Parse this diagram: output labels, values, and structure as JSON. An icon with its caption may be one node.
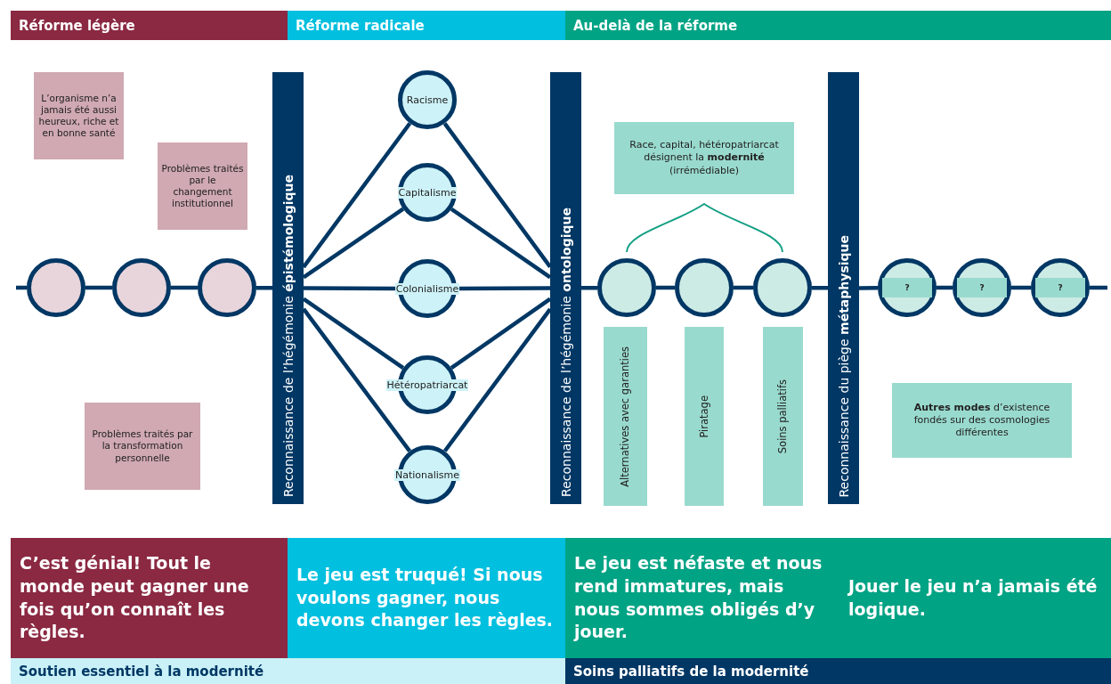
{
  "diagram": {
    "nodes": [
      {
        "text": [
          "Réforme légère"
        ]
      },
      {
        "text": [
          "Réforme radicale"
        ]
      },
      {
        "text": [
          "Au-delà de la réforme"
        ]
      },
      {
        "text": [
          "L’organisme n’a jamais été aussi heureux, riche et en bonne santé"
        ]
      },
      {
        "text": [
          "Problèmes traités par le changement institutionnel"
        ]
      },
      {
        "text": [
          "Problèmes traités par la transformation personnelle"
        ]
      },
      {
        "text": [],
        "shape": "circle"
      },
      {
        "text": [],
        "shape": "circle"
      },
      {
        "text": [],
        "shape": "circle"
      },
      {
        "text": [
          "Reconnaissance de l’hégémonie **épistémologique**"
        ]
      },
      {
        "text": [
          "Racisme"
        ]
      },
      {
        "text": [
          "Capitalisme"
        ]
      },
      {
        "text": [
          "Colonialisme"
        ]
      },
      {
        "text": [
          "Hétéropatriarcat"
        ]
      },
      {
        "text": [
          "Nationalisme"
        ]
      },
      {
        "text": [
          "Reconnaissance de l’hégémonie **ontologique**"
        ]
      },
      {
        "text": [
          "Race, capital, hétéropatriarcat désignent la **modernité** (irrémédiable)"
        ]
      },
      {
        "text": [],
        "shape": "circle"
      },
      {
        "text": [],
        "shape": "circle"
      },
      {
        "text": [],
        "shape": "circle"
      },
      {
        "text": [
          "Alternatives avec garanties"
        ]
      },
      {
        "text": [
          "Piratage"
        ]
      },
      {
        "text": [
          "Soins palliatifs"
        ]
      },
      {
        "text": [
          "Reconnaissance du piège **métaphysique**"
        ]
      },
      {
        "text": [
          "?"
        ]
      },
      {
        "text": [
          "?"
        ]
      },
      {
        "text": [
          "?"
        ]
      },
      {
        "text": [
          "**Autres modes** d’existence fondés sur des cosmologies différentes"
        ]
      },
      {
        "text": [
          "C’est génial! Tout le monde peut gagner une fois qu’on connaît les règles."
        ]
      },
      {
        "text": [
          "Le jeu est truqué! Si nous voulons gagner, nous devons changer les règles."
        ]
      },
      {
        "text": [
          "Le jeu est néfaste et nous rend immatures, mais nous sommes obligés d’y jouer."
        ]
      },
      {
        "text": [
          "Jouer le jeu n’a jamais été logique."
        ]
      },
      {
        "text": [
          "Soutien essentiel à la modernité"
        ]
      },
      {
        "text": [
          "Soins palliatifs de la modernité"
        ]
      }
    ],
    "edges": [
      {
        "from": null,
        "to": 6,
        "arrow": "none"
      },
      {
        "from": 6,
        "to": 7,
        "arrow": "none"
      },
      {
        "from": 7,
        "to": 8,
        "arrow": "none"
      },
      {
        "from": 8,
        "to": 9,
        "arrow": "none"
      },
      {
        "from": 9,
        "to": 10,
        "arrow": "none"
      },
      {
        "from": 9,
        "to": 11,
        "arrow": "none"
      },
      {
        "from": 9,
        "to": 12,
        "arrow": "none"
      },
      {
        "from": 9,
        "to": 13,
        "arrow": "none"
      },
      {
        "from": 9,
        "to": 14,
        "arrow": "none"
      },
      {
        "from": 10,
        "to": 15,
        "arrow": "none"
      },
      {
        "from": 11,
        "to": 15,
        "arrow": "none"
      },
      {
        "from": 12,
        "to": 15,
        "arrow": "none"
      },
      {
        "from": 13,
        "to": 15,
        "arrow": "none"
      },
      {
        "from": 14,
        "to": 15,
        "arrow": "none"
      },
      {
        "from": 15,
        "to": 17,
        "arrow": "none"
      },
      {
        "from": 17,
        "to": 18,
        "arrow": "none"
      },
      {
        "from": 18,
        "to": 19,
        "arrow": "none"
      },
      {
        "from": 19,
        "to": 23,
        "arrow": "none"
      },
      {
        "from": 23,
        "to": 24,
        "arrow": "none"
      },
      {
        "from": 24,
        "to": 25,
        "arrow": "none"
      },
      {
        "from": 25,
        "to": 26,
        "arrow": "none"
      },
      {
        "from": 26,
        "to": null,
        "arrow": "none"
      }
    ]
  }
}
